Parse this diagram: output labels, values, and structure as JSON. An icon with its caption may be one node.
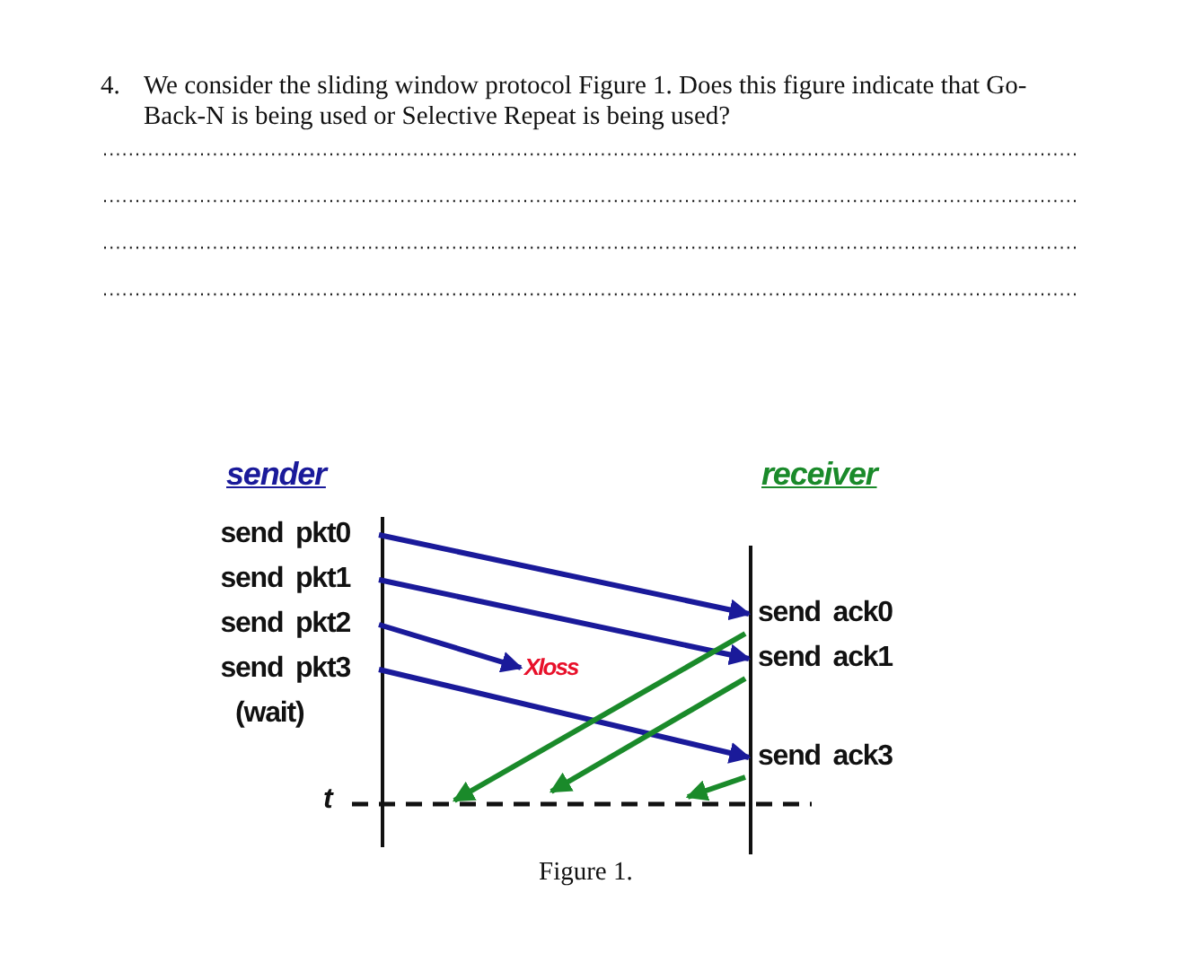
{
  "diagram": {
    "caption": "Figure 1.",
    "nodes": [
      {
        "text": [
          "send pkt0"
        ]
      },
      {
        "text": [
          "send pkt1"
        ]
      },
      {
        "text": [
          "send pkt2"
        ]
      },
      {
        "text": [
          "send pkt3"
        ]
      },
      {
        "text": [
          "Xloss"
        ]
      },
      {
        "text": [
          "send ack0"
        ]
      },
      {
        "text": [
          "send ack1"
        ]
      },
      {
        "text": [
          "send ack3"
        ]
      }
    ],
    "edges": [
      {
        "from": 0,
        "to": 5,
        "arrow": "to"
      },
      {
        "from": 1,
        "to": 6,
        "arrow": "to"
      },
      {
        "from": 2,
        "to": 4,
        "arrow": "to"
      },
      {
        "from": 3,
        "to": 7,
        "arrow": "to"
      },
      {
        "from": 5,
        "to": null,
        "arrow": "to",
        "color": "#1a8a2a"
      },
      {
        "from": 6,
        "to": null,
        "arrow": "to",
        "color": "#1a8a2a"
      },
      {
        "from": 7,
        "to": null,
        "arrow": "to",
        "color": "#1a8a2a"
      }
    ],
    "labels": [
      "4.",
      "We consider the sliding window protocol Figure 1. Does this figure indicate that Go-Back-N is being used or Selective Repeat is being used?",
      "sender",
      "receiver",
      "(wait)",
      "t"
    ]
  }
}
